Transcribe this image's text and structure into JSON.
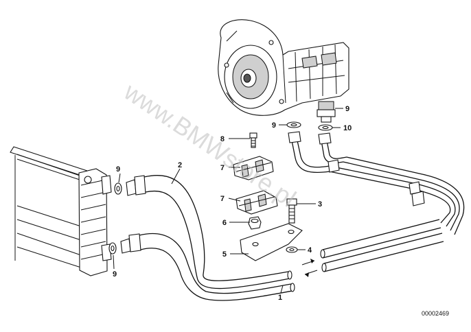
{
  "diagram": {
    "watermark": "www.BMWstore.pl",
    "reference_code": "00002469",
    "callouts": [
      {
        "id": "c1",
        "label": "1"
      },
      {
        "id": "c2",
        "label": "2"
      },
      {
        "id": "c3",
        "label": "3"
      },
      {
        "id": "c4",
        "label": "4"
      },
      {
        "id": "c5",
        "label": "5"
      },
      {
        "id": "c6",
        "label": "6"
      },
      {
        "id": "c7a",
        "label": "7"
      },
      {
        "id": "c7b",
        "label": "7"
      },
      {
        "id": "c8",
        "label": "8"
      },
      {
        "id": "c9a",
        "label": "9"
      },
      {
        "id": "c9b",
        "label": "9"
      },
      {
        "id": "c9c",
        "label": "9"
      },
      {
        "id": "c9d",
        "label": "9"
      },
      {
        "id": "c10",
        "label": "10"
      }
    ]
  }
}
